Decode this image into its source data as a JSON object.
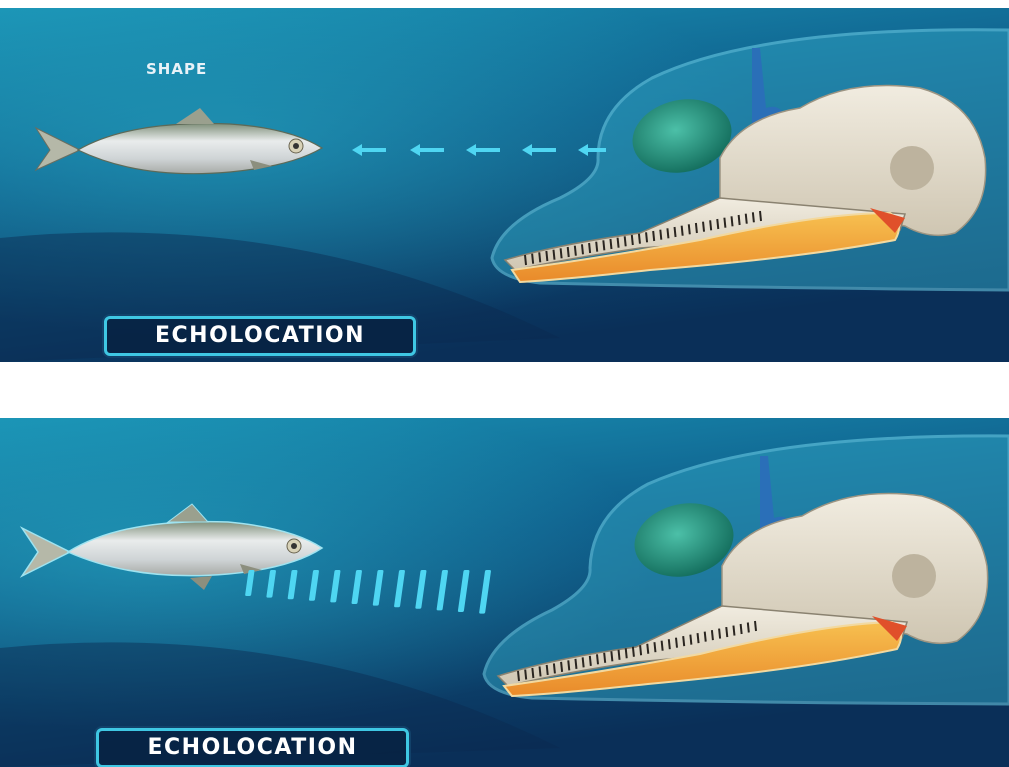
{
  "panels": [
    {
      "id": "top",
      "label": "SHAPE",
      "badge": "ECHOLOCATION",
      "signal": "outgoing-click-arrows"
    },
    {
      "id": "bottom",
      "label": "",
      "badge": "ECHOLOCATION",
      "signal": "returning-echo-bars"
    }
  ],
  "colors": {
    "ocean_dark": "#0b3b66",
    "ocean_light": "#1790b3",
    "signal": "#4fd6f2",
    "badge_border": "#3fc7e3",
    "melon": "#2a9a8a",
    "jaw_fat": "#f0a040"
  }
}
